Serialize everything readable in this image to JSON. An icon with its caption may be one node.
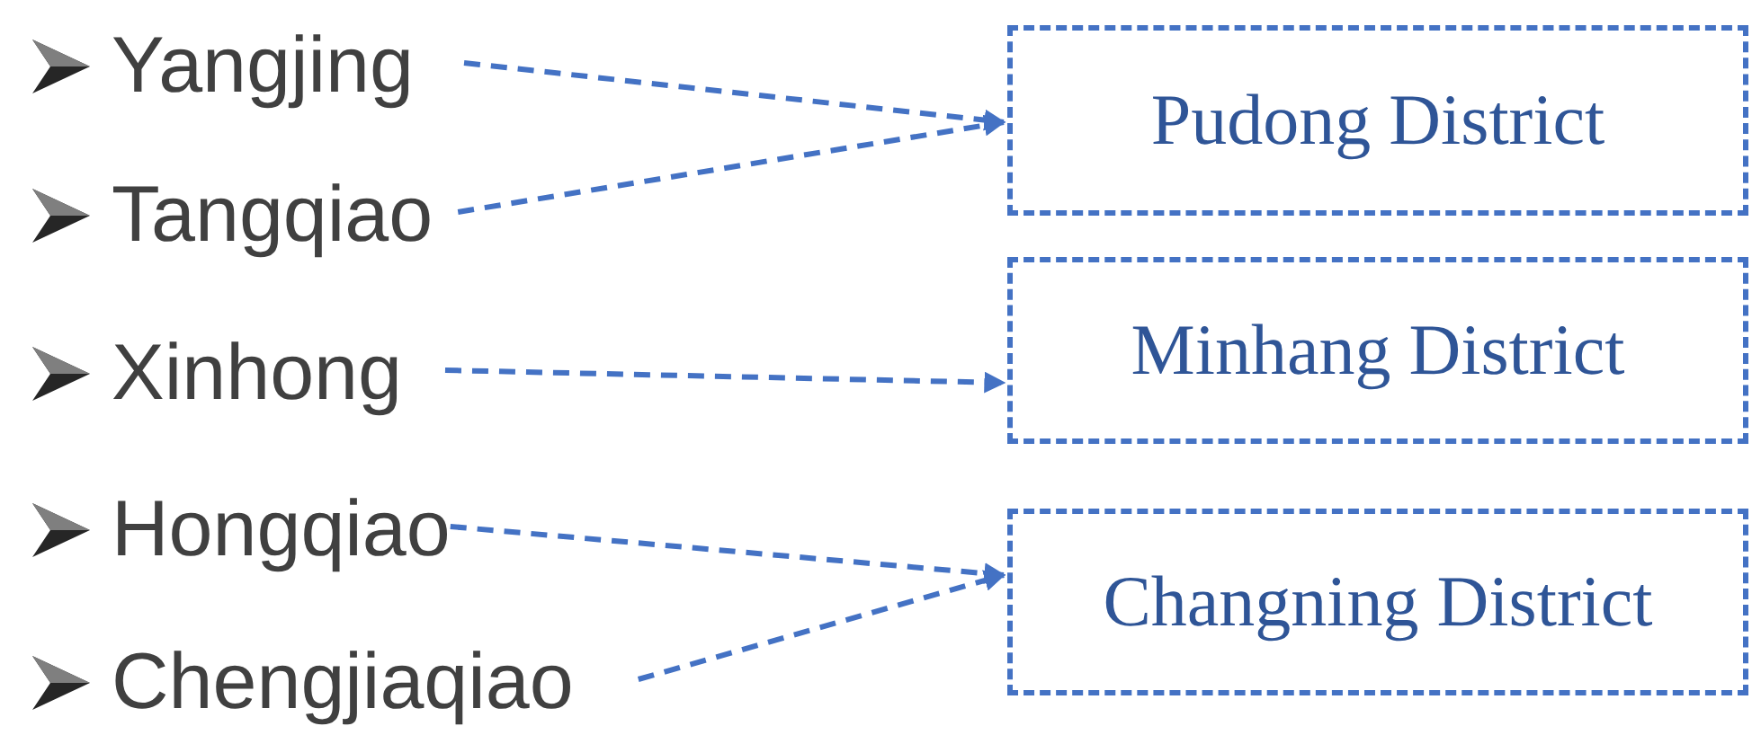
{
  "diagram": {
    "nodes": [
      {
        "text": [
          "Yangjing"
        ]
      },
      {
        "text": [
          "Tangqiao"
        ]
      },
      {
        "text": [
          "Xinhong"
        ]
      },
      {
        "text": [
          "Hongqiao"
        ]
      },
      {
        "text": [
          "Chengjiaqiao"
        ]
      },
      {
        "text": [
          "Pudong District"
        ]
      },
      {
        "text": [
          "Minhang District"
        ]
      },
      {
        "text": [
          "Changning District"
        ]
      }
    ],
    "edges": [
      {
        "from": 0,
        "to": 5,
        "arrow": "to",
        "style": "dashed"
      },
      {
        "from": 1,
        "to": 5,
        "arrow": "to",
        "style": "dashed"
      },
      {
        "from": 2,
        "to": 6,
        "arrow": "to",
        "style": "dashed"
      },
      {
        "from": 3,
        "to": 7,
        "arrow": "to",
        "style": "dashed"
      },
      {
        "from": 4,
        "to": 7,
        "arrow": "to",
        "style": "dashed"
      }
    ]
  }
}
